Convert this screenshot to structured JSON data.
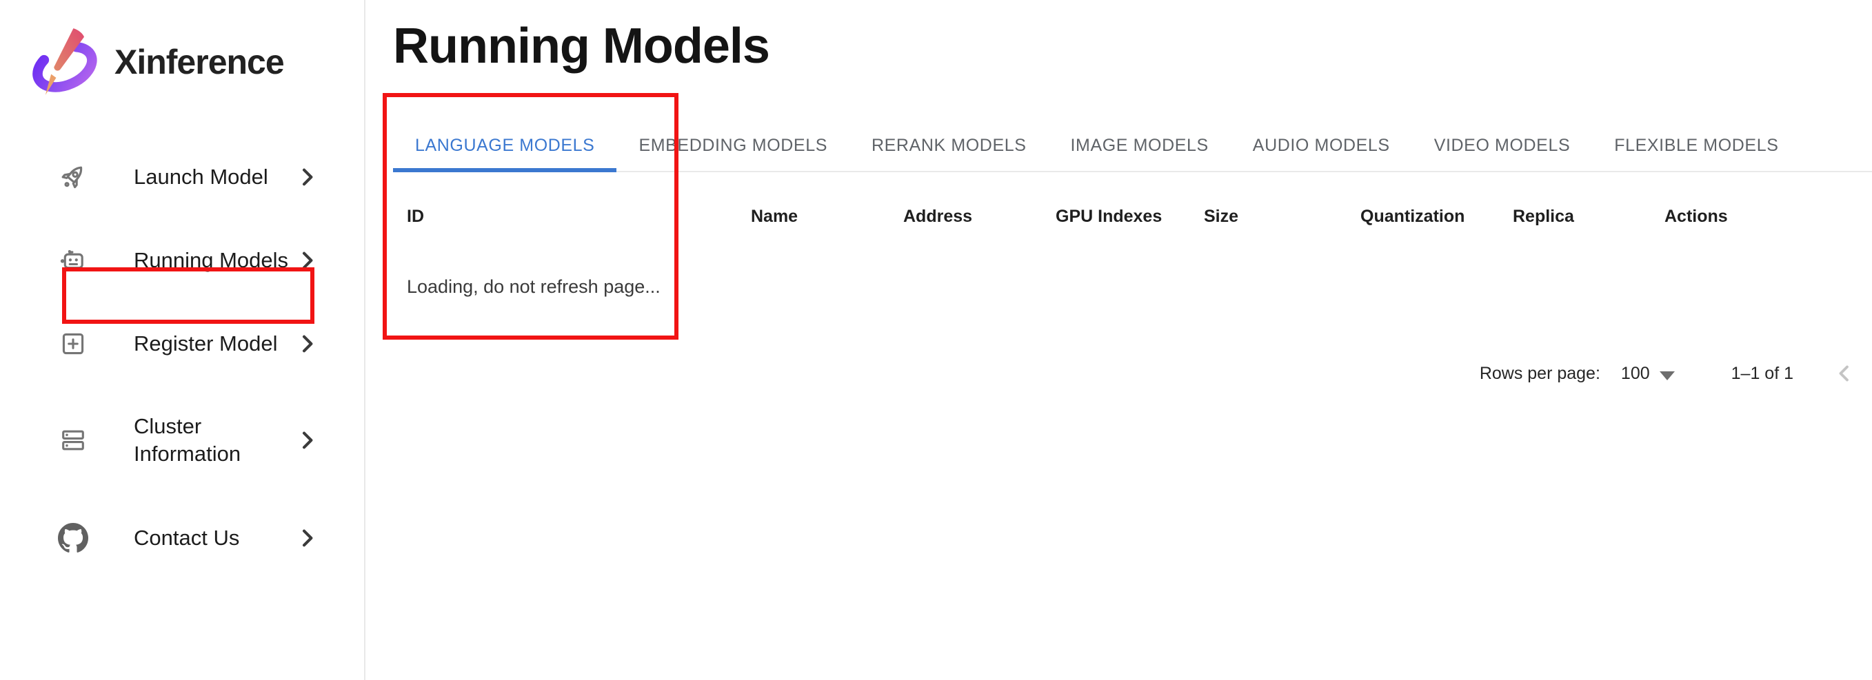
{
  "brand": {
    "name": "Xinference",
    "logo_icon": "xinference-logo"
  },
  "sidebar": {
    "items": [
      {
        "label": "Launch Model",
        "icon": "rocket-launch-icon"
      },
      {
        "label": "Running Models",
        "icon": "robot-icon",
        "highlighted": true
      },
      {
        "label": "Register Model",
        "icon": "add-box-icon"
      },
      {
        "label": "Cluster Information",
        "icon": "server-cluster-icon"
      },
      {
        "label": "Contact Us",
        "icon": "github-icon"
      }
    ]
  },
  "page": {
    "title": "Running Models"
  },
  "tabs": {
    "items": [
      {
        "label": "LANGUAGE MODELS",
        "active": true
      },
      {
        "label": "EMBEDDING MODELS",
        "active": false
      },
      {
        "label": "RERANK MODELS",
        "active": false
      },
      {
        "label": "IMAGE MODELS",
        "active": false
      },
      {
        "label": "AUDIO MODELS",
        "active": false
      },
      {
        "label": "VIDEO MODELS",
        "active": false
      },
      {
        "label": "FLEXIBLE MODELS",
        "active": false
      }
    ]
  },
  "table": {
    "columns": [
      "ID",
      "Name",
      "Address",
      "GPU Indexes",
      "Size",
      "Quantization",
      "Replica",
      "Actions"
    ],
    "status_text": "Loading, do not refresh page..."
  },
  "pagination": {
    "rows_per_page_label": "Rows per page:",
    "rows_per_page_value": "100",
    "range_label": "1–1 of 1"
  },
  "colors": {
    "active_tab": "#3b78d0",
    "annotation_red": "#f11414"
  }
}
